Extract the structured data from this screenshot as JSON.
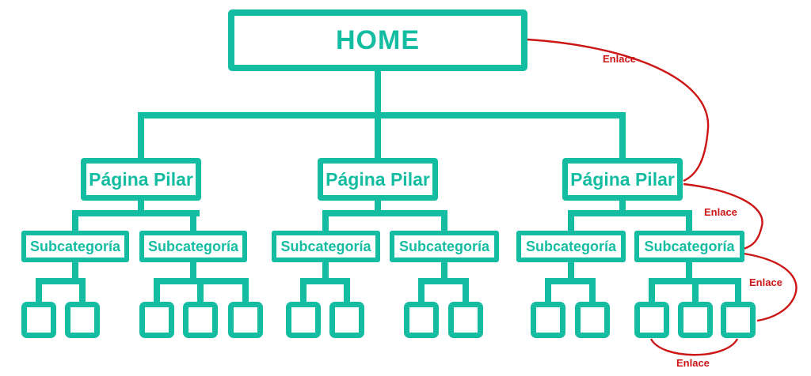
{
  "diagram": {
    "type": "sitemap-tree",
    "colors": {
      "node": "#14BDA2",
      "link": "#CC1616",
      "background": "#ffffff"
    },
    "root": {
      "label": "HOME"
    },
    "pillars": [
      {
        "label": "Página Pilar",
        "subcategories": [
          {
            "label": "Subcategoría",
            "leaf_count": 2
          },
          {
            "label": "Subcategoría",
            "leaf_count": 3
          }
        ]
      },
      {
        "label": "Página Pilar",
        "subcategories": [
          {
            "label": "Subcategoría",
            "leaf_count": 2
          },
          {
            "label": "Subcategoría",
            "leaf_count": 2
          }
        ]
      },
      {
        "label": "Página Pilar",
        "subcategories": [
          {
            "label": "Subcategoría",
            "leaf_count": 2
          },
          {
            "label": "Subcategoría",
            "leaf_count": 3
          }
        ]
      }
    ],
    "cross_links": [
      {
        "label": "Enlace",
        "from": "home",
        "to": "pillar-right"
      },
      {
        "label": "Enlace",
        "from": "pillar-right",
        "to": "subcategory-right-2"
      },
      {
        "label": "Enlace",
        "from": "subcategory-right-2",
        "to": "leaf-rightmost"
      },
      {
        "label": "Enlace",
        "from": "leaf-right-1",
        "to": "leaf-right-3"
      }
    ]
  }
}
